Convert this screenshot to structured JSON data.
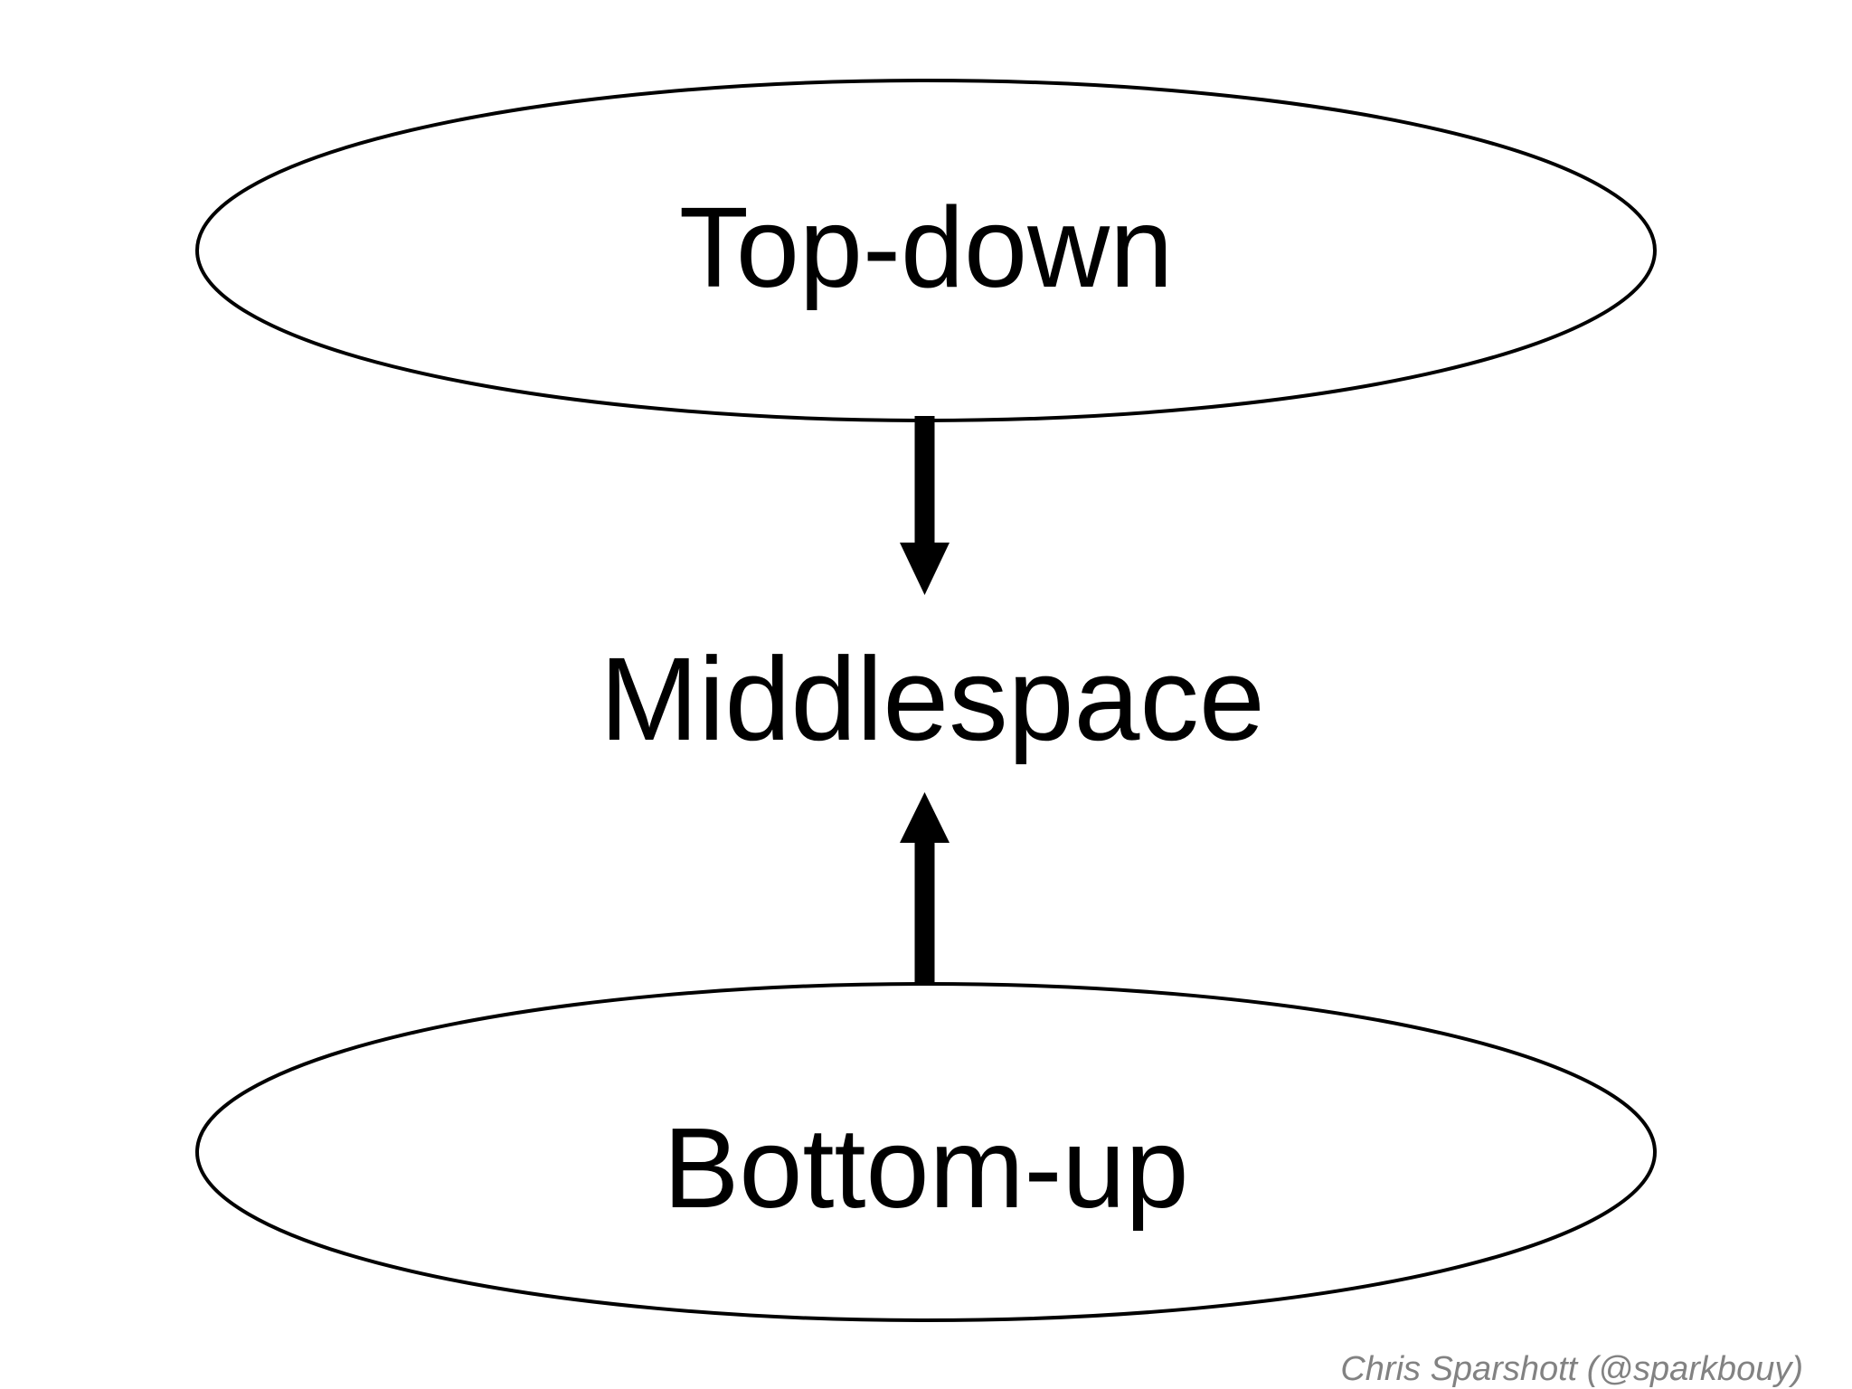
{
  "diagram": {
    "top_node": {
      "label": "Top-down"
    },
    "middle_node": {
      "label": "Middlespace"
    },
    "bottom_node": {
      "label": "Bottom-up"
    },
    "arrows": [
      {
        "name": "down-arrow",
        "direction": "down",
        "from": "Top-down",
        "to": "Middlespace"
      },
      {
        "name": "up-arrow",
        "direction": "up",
        "from": "Bottom-up",
        "to": "Middlespace"
      }
    ],
    "credit": "Chris Sparshott (@sparkbouy)",
    "colors": {
      "background": "#ffffff",
      "stroke": "#000000",
      "text": "#000000",
      "arrow": "#000000",
      "credit": "#828282"
    }
  }
}
